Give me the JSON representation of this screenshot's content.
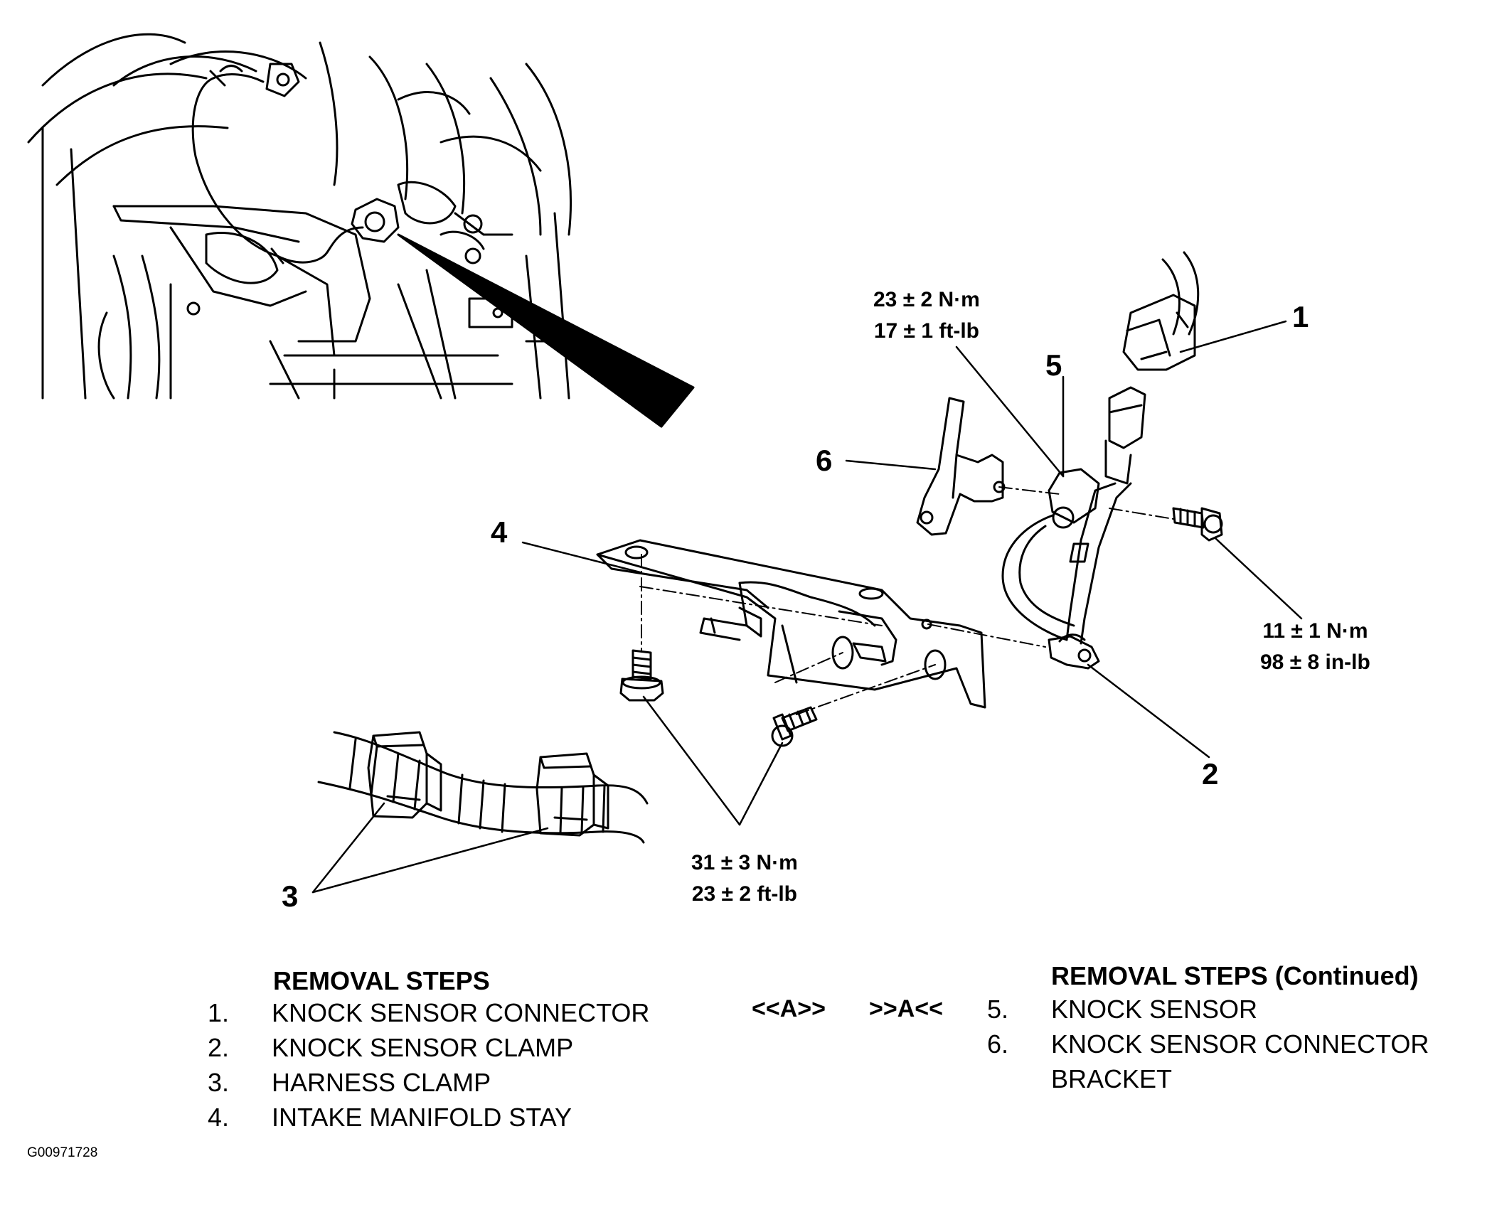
{
  "callouts": [
    "1",
    "2",
    "3",
    "4",
    "5",
    "6"
  ],
  "torque": {
    "sensor": [
      "23 ± 2 N·m",
      "17 ± 1 ft-lb"
    ],
    "bracket_bolt": [
      "11 ± 1 N·m",
      "98 ± 8 in-lb"
    ],
    "stay_bolts": [
      "31 ± 3 N·m",
      "23 ± 2 ft-lb"
    ]
  },
  "removal_left": {
    "heading": "REMOVAL STEPS",
    "steps": [
      {
        "num": "1.",
        "label": "KNOCK SENSOR CONNECTOR"
      },
      {
        "num": "2.",
        "label": "KNOCK SENSOR CLAMP"
      },
      {
        "num": "3.",
        "label": "HARNESS CLAMP"
      },
      {
        "num": "4.",
        "label": "INTAKE MANIFOLD STAY"
      }
    ]
  },
  "markers": {
    "removal": "<<A>>",
    "install": ">>A<<"
  },
  "removal_right": {
    "heading": "REMOVAL STEPS (Continued)",
    "steps": [
      {
        "num": "5.",
        "label": "KNOCK SENSOR"
      },
      {
        "num": "6.",
        "label": "KNOCK SENSOR CONNECTOR"
      },
      {
        "num": "",
        "label": "BRACKET"
      }
    ]
  },
  "figure_id": "G00971728"
}
